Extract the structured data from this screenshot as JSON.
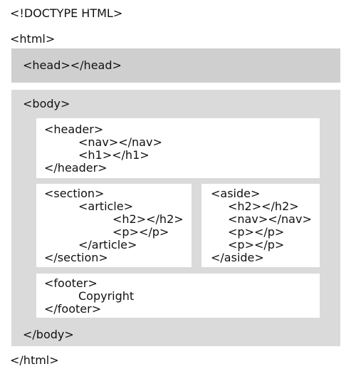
{
  "doctype": "<!DOCTYPE HTML>",
  "html_open": "<html>",
  "html_close": "</html>",
  "head": "<head></head>",
  "body_open": "<body>",
  "body_close": "</body>",
  "header": {
    "open": "<header>",
    "nav": "<nav></nav>",
    "h1": "<h1></h1>",
    "close": "</header>"
  },
  "section": {
    "open": "<section>",
    "article_open": "<article>",
    "h2": "<h2></h2>",
    "p": "<p></p>",
    "article_close": "</article>",
    "close": "</section>"
  },
  "aside": {
    "open": "<aside>",
    "h2": "<h2></h2>",
    "nav": "<nav></nav>",
    "p1": "<p></p>",
    "p2": "<p></p>",
    "close": "</aside>"
  },
  "footer": {
    "open": "<footer>",
    "text": "Copyright",
    "close": "</footer>"
  },
  "colors": {
    "head_fill": "#cfcfcf",
    "body_fill": "#dadada",
    "inner_fill": "#ffffff"
  }
}
